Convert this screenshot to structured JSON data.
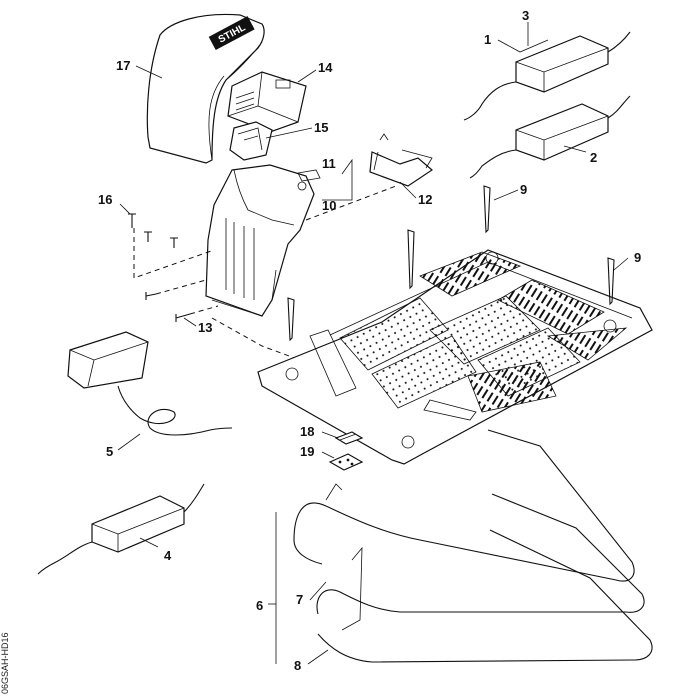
{
  "callouts": {
    "c1": "1",
    "c2": "2",
    "c3": "3",
    "c4": "4",
    "c5": "5",
    "c6": "6",
    "c7": "7",
    "c8": "8",
    "c9a": "9",
    "c9b": "9",
    "c10": "10",
    "c11": "11",
    "c12": "12",
    "c13": "13",
    "c14": "14",
    "c15": "15",
    "c16": "16",
    "c17": "17",
    "c18": "18",
    "c19": "19"
  },
  "hood_brand": "STIHL",
  "document_code": "06GSAH-HD16"
}
